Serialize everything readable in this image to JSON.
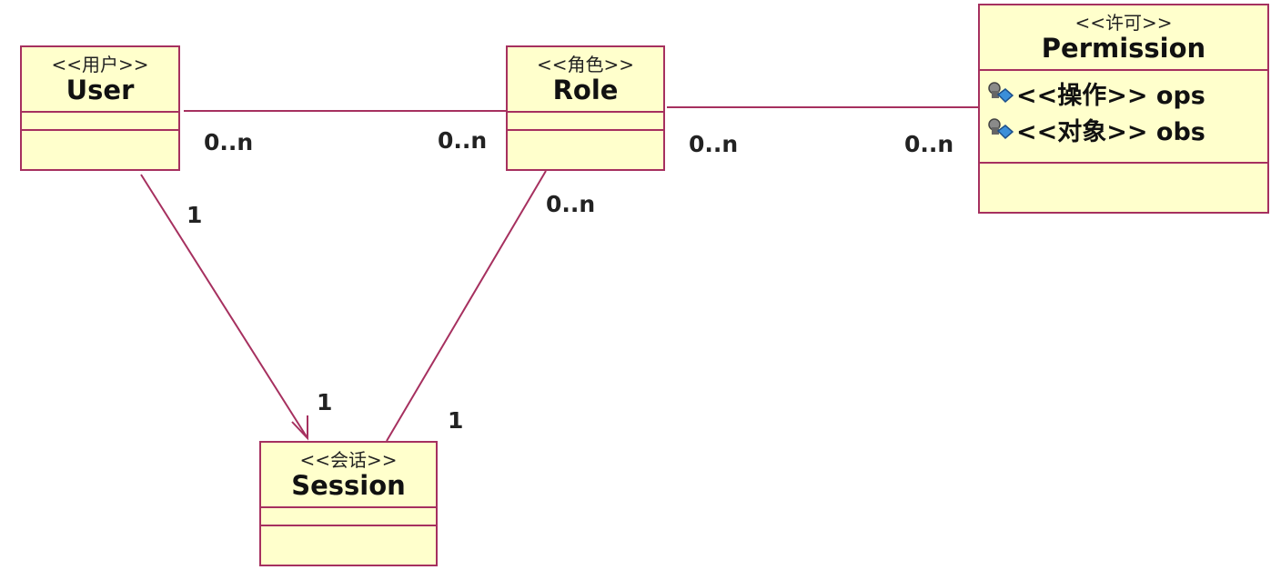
{
  "classes": {
    "user": {
      "stereotype": "<<用户>>",
      "name": "User"
    },
    "role": {
      "stereotype": "<<角色>>",
      "name": "Role"
    },
    "permission": {
      "stereotype": "<<许可>>",
      "name": "Permission",
      "attributes": [
        {
          "label": "<<操作>> ops",
          "icon": "key-attribute-icon"
        },
        {
          "label": "<<对象>> obs",
          "icon": "key-attribute-icon"
        }
      ]
    },
    "session": {
      "stereotype": "<<会话>>",
      "name": "Session"
    }
  },
  "associations": {
    "user_role": {
      "user_end": "0..n",
      "role_end": "0..n"
    },
    "role_permission": {
      "role_end": "0..n",
      "permission_end": "0..n"
    },
    "user_session": {
      "user_end": "1",
      "session_end": "1"
    },
    "role_session": {
      "role_end": "0..n",
      "session_end": "1"
    }
  },
  "colors": {
    "line": "#a6305f",
    "fill": "#ffffcc"
  }
}
